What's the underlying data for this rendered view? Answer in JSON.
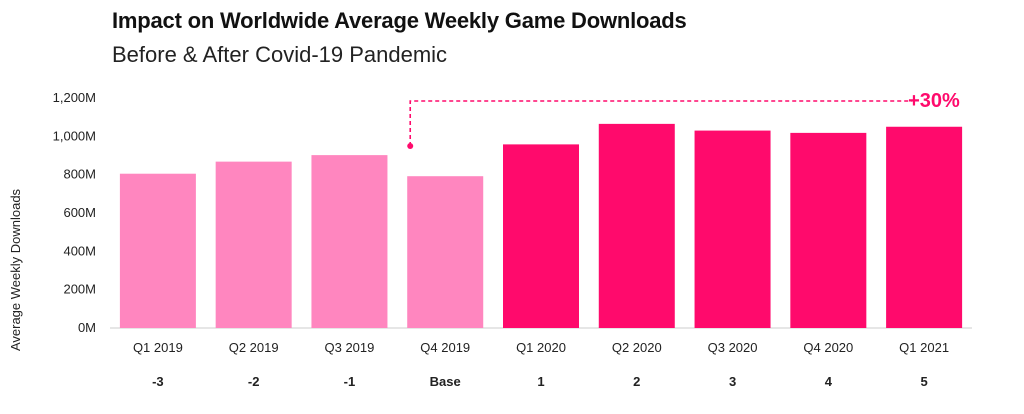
{
  "header": {
    "title": "Impact on Worldwide Average Weekly Game Downloads",
    "subtitle": "Before & After Covid-19 Pandemic"
  },
  "chart_data": {
    "type": "bar",
    "title": "Impact on Worldwide Average Weekly Game Downloads",
    "subtitle": "Before & After Covid-19 Pandemic",
    "xlabel": "",
    "ylabel": "Average Weekly Downloads",
    "ylim": [
      0,
      1200
    ],
    "yticks": [
      0,
      200,
      400,
      600,
      800,
      1000,
      1200
    ],
    "ytick_labels": [
      "0M",
      "200M",
      "400M",
      "600M",
      "800M",
      "1,000M",
      "1,200M"
    ],
    "categories": [
      "Q1 2019",
      "Q2 2019",
      "Q3 2019",
      "Q4 2019",
      "Q1 2020",
      "Q2 2020",
      "Q3 2020",
      "Q4 2020",
      "Q1 2021"
    ],
    "period_index": [
      "-3",
      "-2",
      "-1",
      "Base",
      "1",
      "2",
      "3",
      "4",
      "5"
    ],
    "values": [
      805,
      868,
      902,
      792,
      958,
      1065,
      1030,
      1018,
      1050
    ],
    "bar_colors": [
      "#ff86bf",
      "#ff86bf",
      "#ff86bf",
      "#ff86bf",
      "#ff0a6c",
      "#ff0a6c",
      "#ff0a6c",
      "#ff0a6c",
      "#ff0a6c"
    ],
    "grid": false,
    "annotation": {
      "text": "+30%",
      "from_category": "Q4 2019",
      "to_category": "Q1 2021",
      "color": "#ff0a6c",
      "style": "dashed"
    }
  }
}
